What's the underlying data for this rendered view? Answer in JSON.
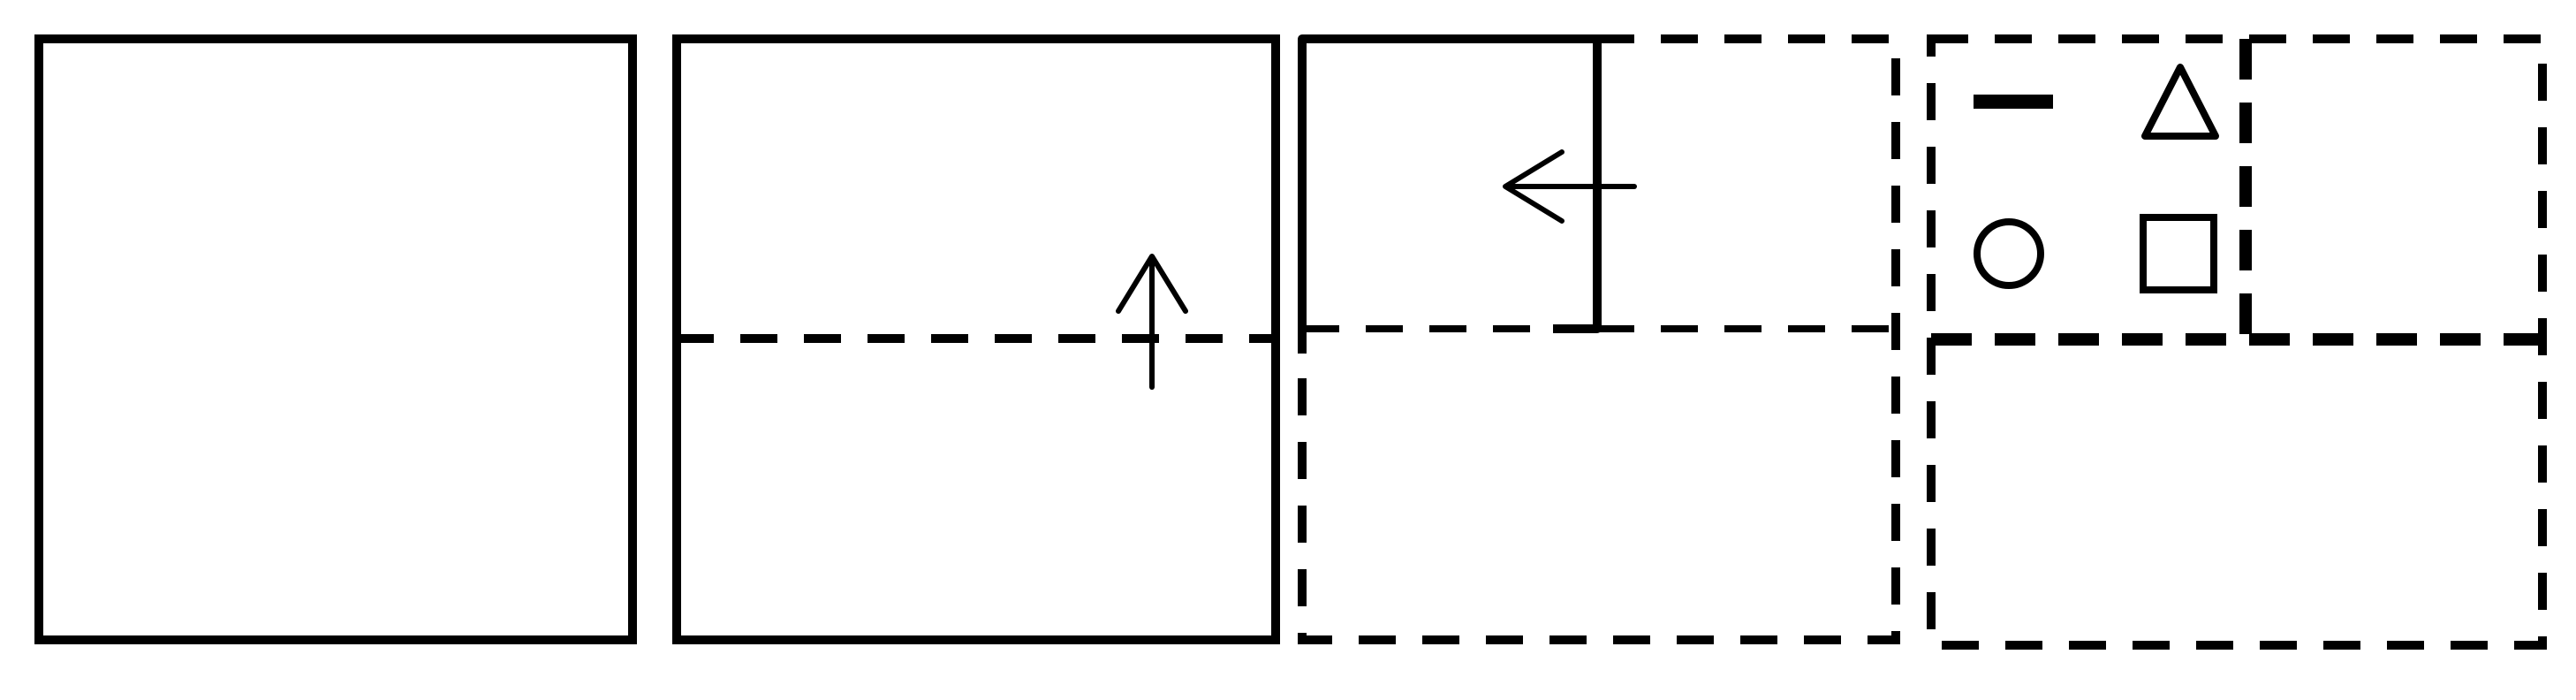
{
  "colors": {
    "background": "#ffffff",
    "ink": "#000000"
  },
  "panels": [
    {
      "step": 1,
      "description_icon": "square-paper"
    },
    {
      "step": 2,
      "fold": "bottom-up",
      "icon": "arrow-up-icon"
    },
    {
      "step": 3,
      "fold": "right-to-left",
      "icon": "arrow-left-icon"
    },
    {
      "step": 4,
      "result_icons": [
        "dash-icon",
        "triangle-icon",
        "circle-icon",
        "square-icon"
      ]
    }
  ]
}
